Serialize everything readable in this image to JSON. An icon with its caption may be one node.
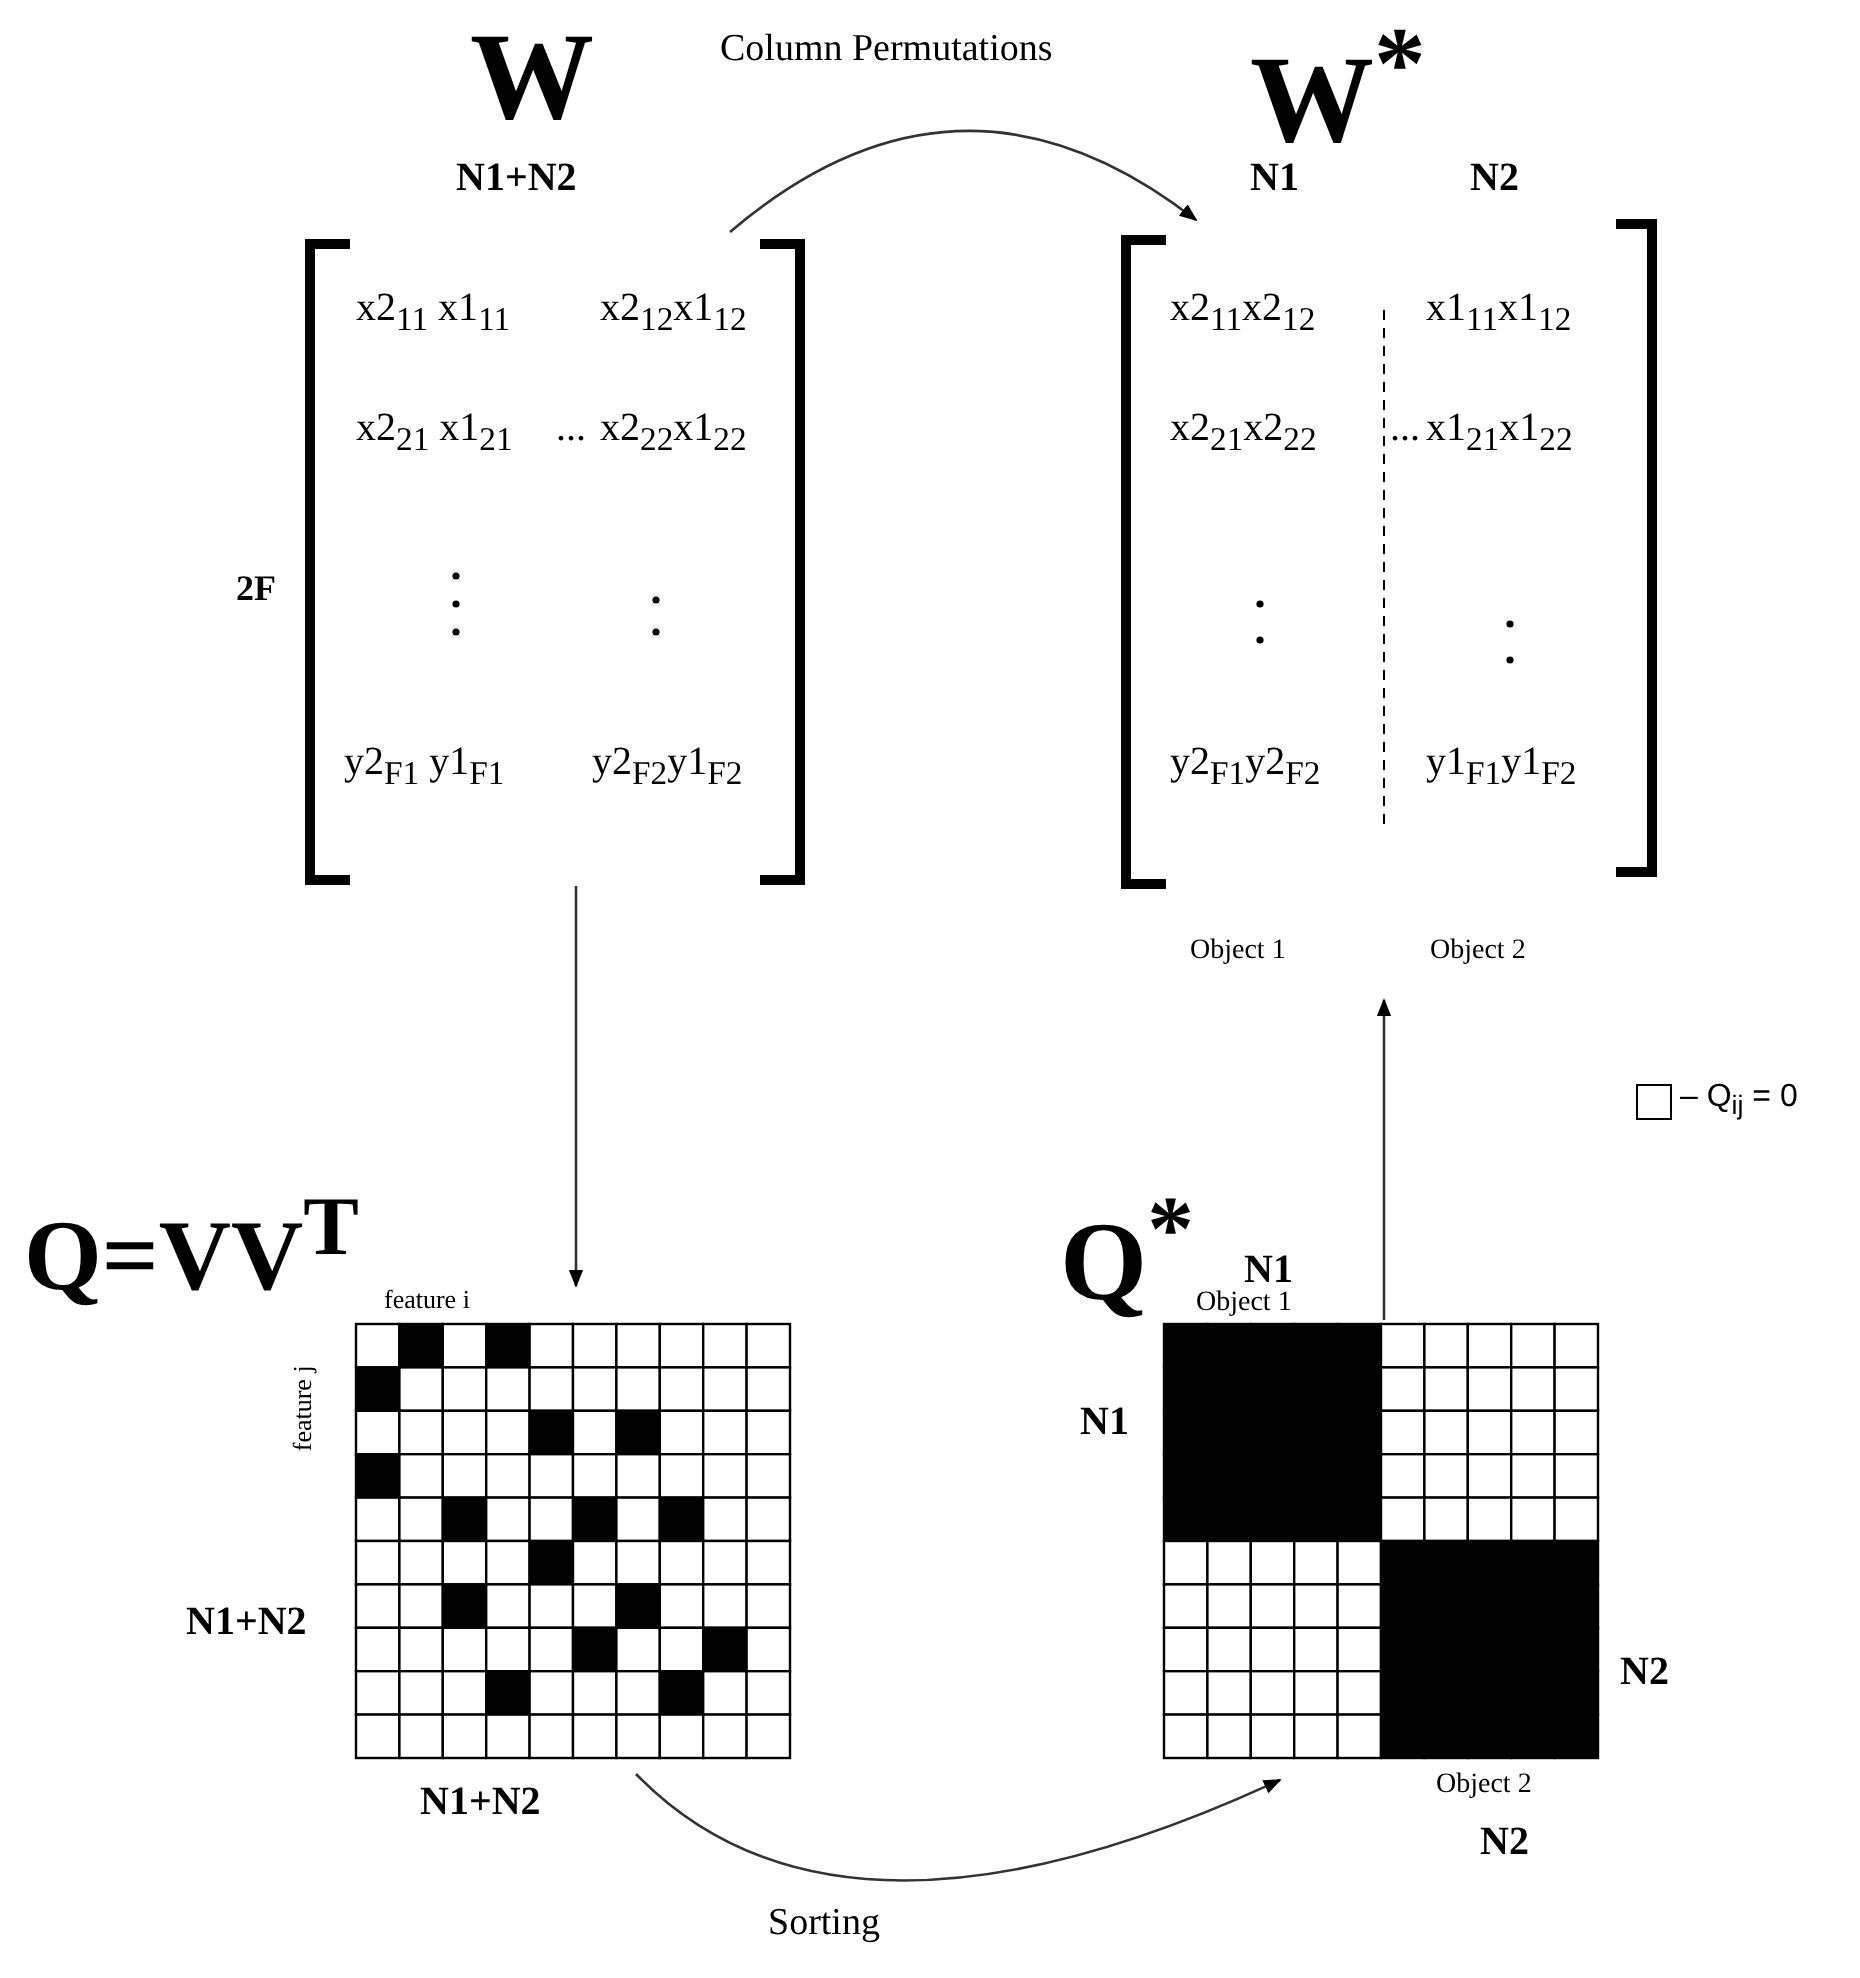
{
  "diagram": {
    "nodes": [
      {
        "text": [
          "W",
          "N1+N2",
          "2F",
          "x2$_{11}$ x1$_{11}$",
          "x2$_{12}$x1$_{12}$",
          "x2$_{21}$ x1$_{21}$",
          "...",
          "x2$_{22}$x1$_{22}$",
          "y2$_{F1}$ y1$_{F1}$",
          "y2$_{F2}$y1$_{F2}$"
        ]
      },
      {
        "text": [
          "W$^{*}$",
          "N1",
          "N2",
          "x2$_{11}$x2$_{12}$",
          "x1$_{11}$x1$_{12}$",
          "x2$_{21}$x2$_{22}$",
          "...",
          "x1$_{21}$x1$_{22}$",
          "y2$_{F1}$y2$_{F2}$",
          "y1$_{F1}$y1$_{F2}$"
        ],
        "beside": [
          "Object 1",
          "Object 2"
        ]
      },
      {
        "text": [
          "Q=VV$^{T}$",
          "feature i",
          "feature j",
          "N1+N2",
          "N1+N2"
        ]
      },
      {
        "text": [
          "Q$^{*}$",
          "N1",
          "Object 1",
          "N1",
          "N2",
          "Object 2",
          "N2"
        ]
      }
    ],
    "edges": [
      {
        "from": 0,
        "to": 1,
        "arrow": "to",
        "label": "Column Permutations"
      },
      {
        "from": 0,
        "to": 2,
        "arrow": "to"
      },
      {
        "from": 2,
        "to": 3,
        "arrow": "to",
        "label": "Sorting"
      },
      {
        "from": 3,
        "to": 1,
        "arrow": "to"
      }
    ],
    "legend": [
      {
        "text": "– Q$_{ij}$ = 0",
        "color": "#ffffff"
      }
    ]
  }
}
